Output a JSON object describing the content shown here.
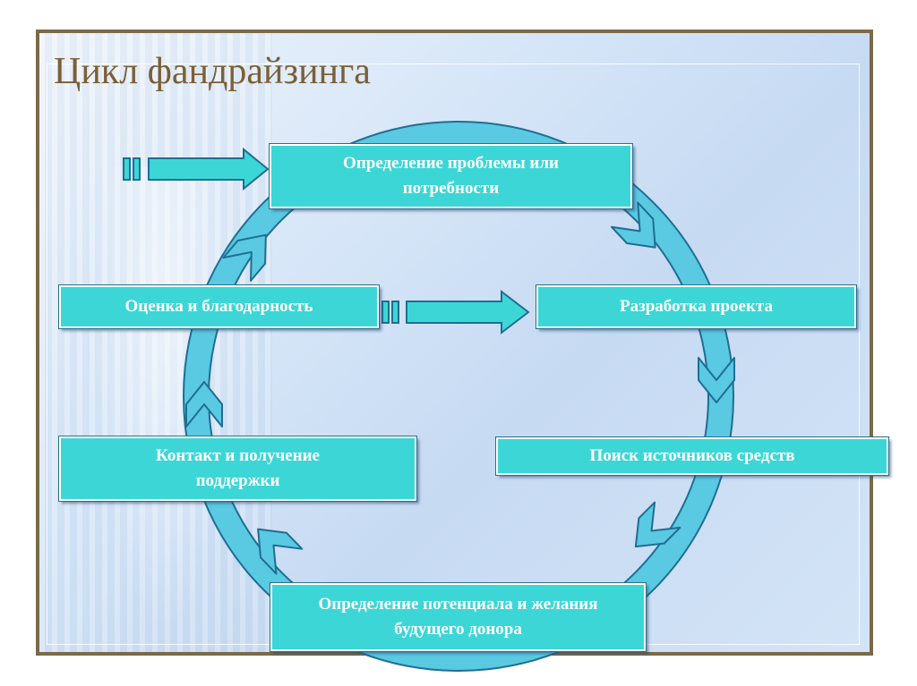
{
  "title": "Цикл фандрайзинга",
  "nodes": [
    {
      "id": "problem",
      "label": "Определение проблемы или потребности"
    },
    {
      "id": "project",
      "label": "Разработка проекта"
    },
    {
      "id": "sources",
      "label": "Поиск источников средств"
    },
    {
      "id": "donor",
      "label": "Определение потенциала и желания будущего донора"
    },
    {
      "id": "contact",
      "label": "Контакт и получение поддержки"
    },
    {
      "id": "evaluation",
      "label": "Оценка и благодарность"
    }
  ],
  "colors": {
    "box": "#3dd6d6",
    "ring": "#56c8e0",
    "frame": "#7b6a48",
    "title": "#7a6037"
  }
}
